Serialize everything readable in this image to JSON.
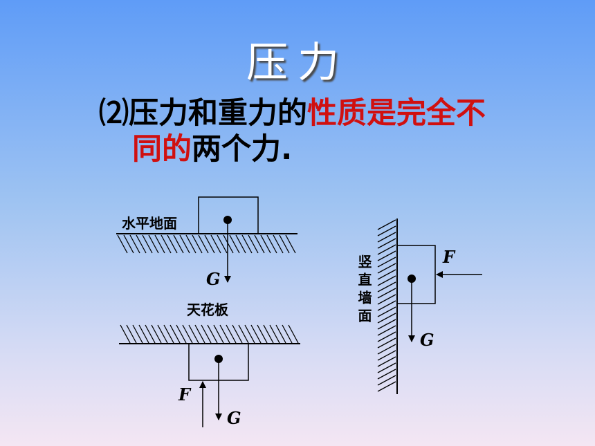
{
  "slide": {
    "title": "压力",
    "statement": {
      "prefix": "⑵压力和重力的",
      "highlight_line1": "性质是完全不",
      "highlight_line2": "同的",
      "suffix": "两个力."
    }
  },
  "diagrams": {
    "floor": {
      "label": "水平地面",
      "gravity": "G"
    },
    "ceiling": {
      "label": "天花板",
      "force": "F",
      "gravity": "G"
    },
    "wall": {
      "label": "竖直墙面",
      "force": "F",
      "gravity": "G"
    }
  },
  "colors": {
    "highlight": "#d01010",
    "title": "#ffffff"
  }
}
